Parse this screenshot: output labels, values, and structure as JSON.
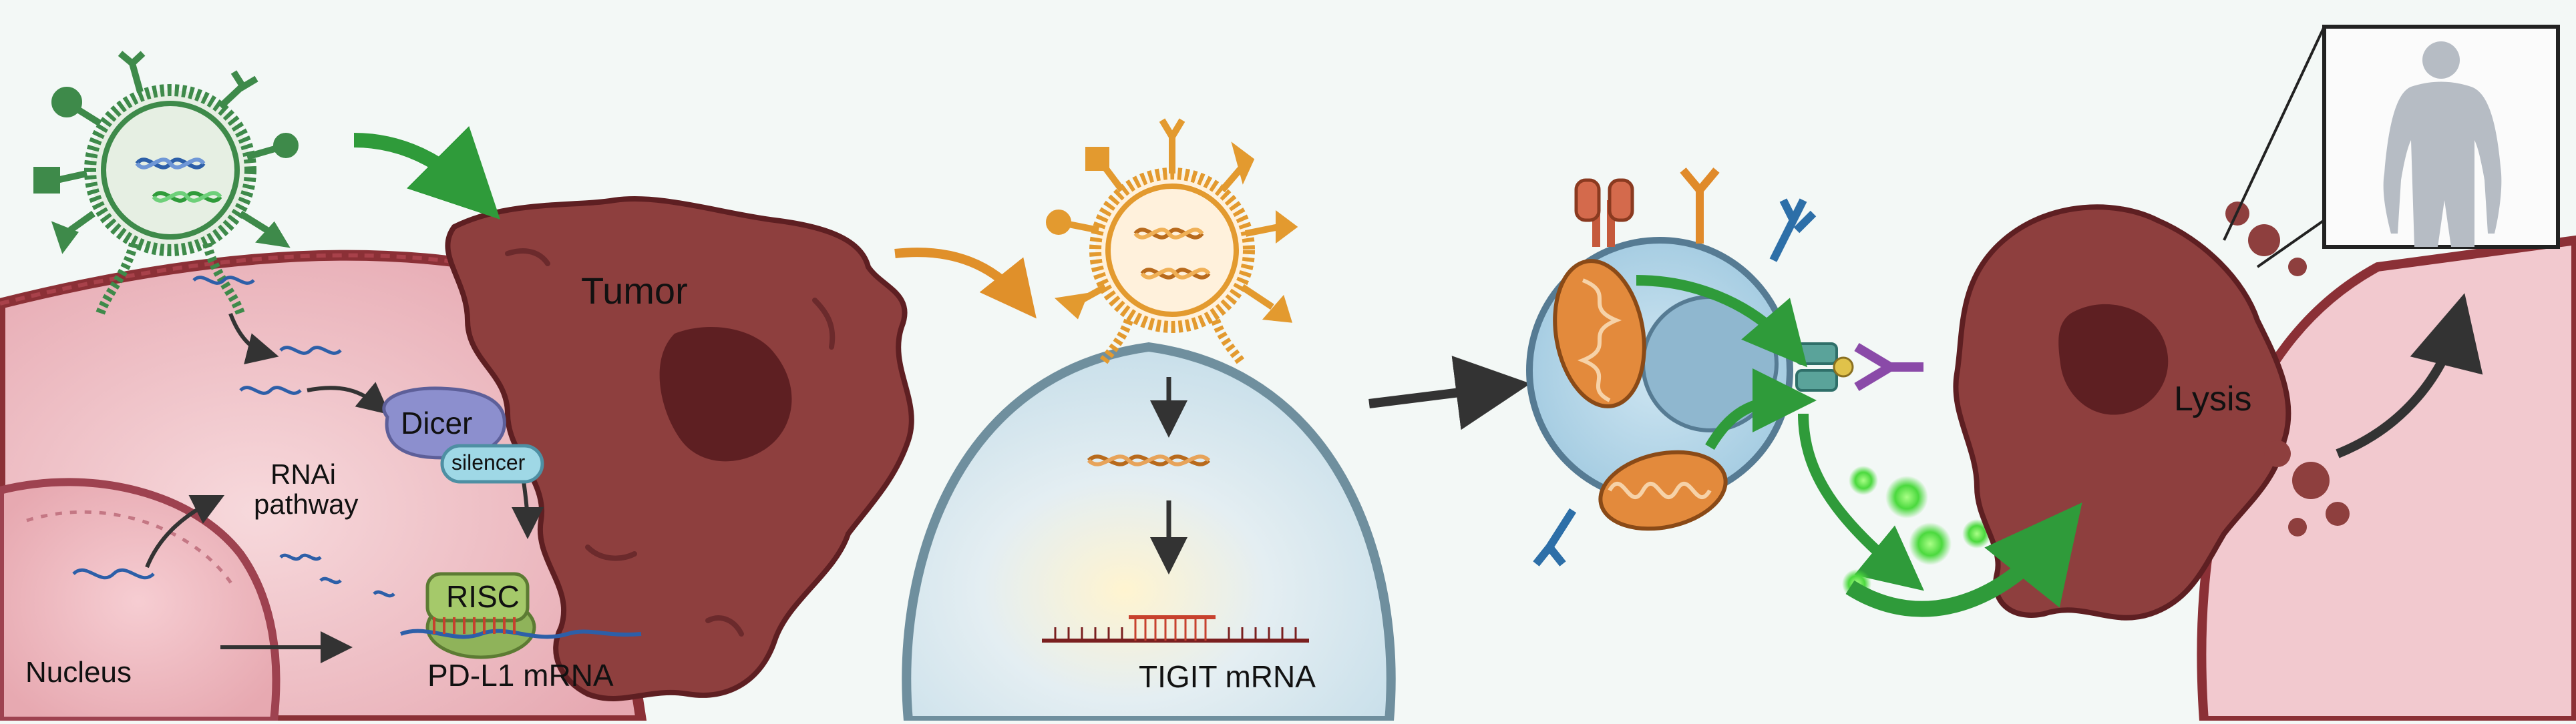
{
  "labels": {
    "tumor": "Tumor",
    "dicer": "Dicer",
    "silencer": "silencer",
    "rnai_line1": "RNAi",
    "rnai_line2": "pathway",
    "risc": "RISC",
    "nucleus": "Nucleus",
    "pdl1_mrna": "PD-L1 mRNA",
    "tigit_mrna": "TIGIT mRNA",
    "lysis": "Lysis"
  },
  "colors": {
    "background": "#f3f8f6",
    "cancer_cell": "#f2c9cf",
    "tumor": "#8e3f3e",
    "tumor_dark": "#5e1f22",
    "nanoparticle_green": "#3e8a4a",
    "nanoparticle_orange": "#e39a2f",
    "tcell": "#b9d8e9",
    "cytotoxic_granule": "#57e04d",
    "dicer": "#8c8fce",
    "risc": "#a5c96a",
    "arrow_dark": "#333333",
    "arrow_green": "#2f9b3a",
    "arrow_orange": "#e0902a"
  },
  "icons": [
    "nanoparticle-icon",
    "rna-helix-icon",
    "receptor-icon",
    "mitochondrion-icon",
    "granule-icon",
    "human-body-icon",
    "arrow-icon"
  ]
}
